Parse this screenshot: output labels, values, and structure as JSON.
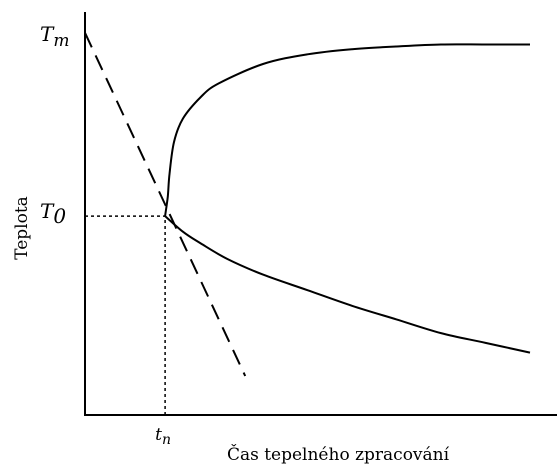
{
  "chart_data": {
    "type": "line",
    "title": "",
    "xlabel": "Čas tepelného zpracování",
    "ylabel": "Teplota",
    "xlim": [
      0,
      10
    ],
    "ylim": [
      0,
      10
    ],
    "grid": false,
    "legend": "none",
    "ticks": {
      "y": [
        {
          "label": "T",
          "sub": "m",
          "value": 9.8
        },
        {
          "label": "T",
          "sub": "0",
          "value": 5.1
        }
      ],
      "x": [
        {
          "label": "t",
          "sub": "n",
          "value": 1.8
        }
      ]
    },
    "series": [
      {
        "style": "solid",
        "color": "#000000",
        "x": [
          10.0,
          9.0,
          8.0,
          7.0,
          6.0,
          5.0,
          4.0,
          3.0,
          2.6,
          2.2,
          2.0,
          1.9,
          1.86,
          1.8
        ],
        "y": [
          9.5,
          9.5,
          9.5,
          9.45,
          9.38,
          9.25,
          9.0,
          8.5,
          8.15,
          7.6,
          7.0,
          6.2,
          5.6,
          5.1
        ]
      },
      {
        "style": "solid",
        "color": "#000000",
        "x": [
          1.8,
          2.2,
          2.6,
          3.2,
          4.0,
          5.0,
          6.0,
          7.0,
          8.0,
          9.0,
          10.0
        ],
        "y": [
          5.1,
          4.7,
          4.4,
          4.0,
          3.6,
          3.2,
          2.8,
          2.45,
          2.1,
          1.85,
          1.6
        ],
        "__note": ""
      },
      {
        "style": "dashed",
        "color": "#000000",
        "x": [
          0.0,
          3.6
        ],
        "y": [
          9.8,
          1.0
        ]
      }
    ],
    "reference_lines": [
      {
        "style": "dotted",
        "x": [
          0.0,
          1.8
        ],
        "y": [
          5.1,
          5.1
        ]
      },
      {
        "style": "dotted",
        "x": [
          1.8,
          1.8
        ],
        "y": [
          0.0,
          5.1
        ]
      }
    ]
  }
}
